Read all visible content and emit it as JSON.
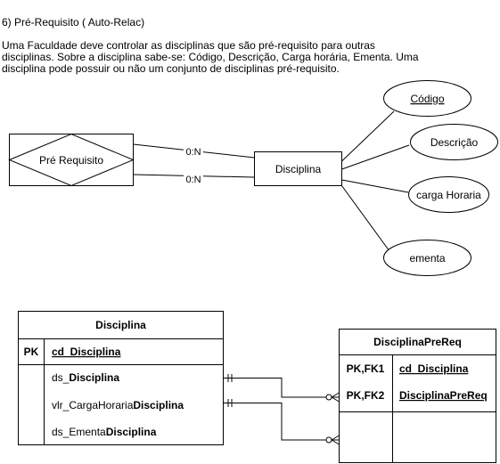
{
  "description": {
    "heading": "6) Pré-Requisito ( Auto-Relac)",
    "body": "Uma Faculdade deve controlar as disciplinas que são pré-requisito para outras\ndisciplinas. Sobre a disciplina sabe-se: Código, Descrição, Carga horária, Ementa. Uma\ndisciplina pode possuir ou não um conjunto de disciplinas pré-requisito."
  },
  "conceptual": {
    "entity": "Disciplina",
    "relationship": "Pré Requisito",
    "cardinalities": [
      "0:N",
      "0:N"
    ],
    "attributes": [
      "Código",
      "Descrição",
      "carga Horaria",
      "ementa"
    ],
    "key_attribute": "Código"
  },
  "logical": {
    "table1": {
      "name": "Disciplina",
      "pk_label": "PK",
      "pk_field": "cd_Disciplina",
      "fields": [
        {
          "prefix": "ds_",
          "suffix": "Disciplina"
        },
        {
          "prefix": "vlr_CargaHoraria",
          "suffix": "Disciplina"
        },
        {
          "prefix": "ds_Ementa",
          "suffix": "Disciplina"
        }
      ]
    },
    "table2": {
      "name": "DisciplinaPreReq",
      "keys": [
        {
          "label": "PK,FK1",
          "field": "cd_Disciplina"
        },
        {
          "label": "PK,FK2",
          "field": "DisciplinaPreReq"
        }
      ]
    }
  }
}
